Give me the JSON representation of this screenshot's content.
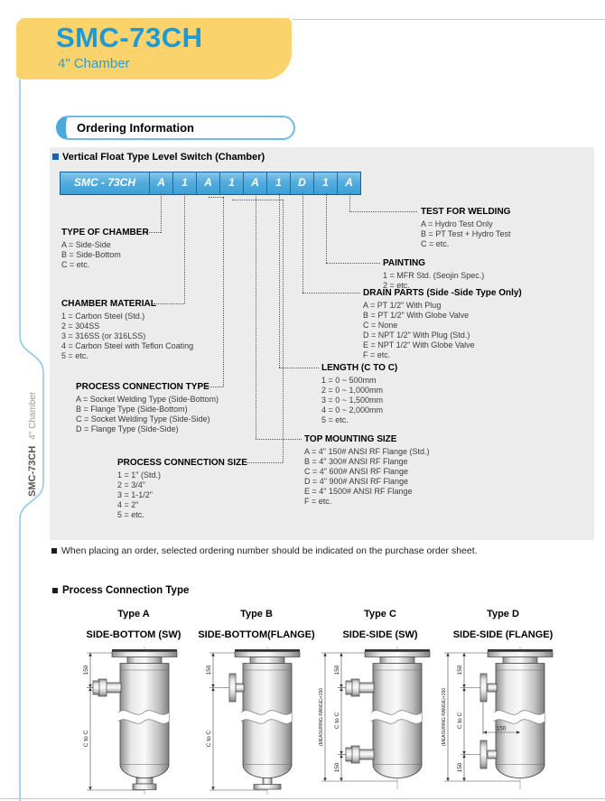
{
  "header": {
    "title": "SMC-73CH",
    "subtitle": "4\" Chamber"
  },
  "sidebar": {
    "model": "SMC-73CH",
    "chamber": "4\" Chamber"
  },
  "ordering": {
    "section_title": "Ordering Information",
    "product_heading": "Vertical Float Type Level Switch (Chamber)",
    "code": {
      "prefix": "SMC - 73CH",
      "cells": [
        "A",
        "1",
        "A",
        "1",
        "A",
        "1",
        "D",
        "1",
        "A"
      ]
    },
    "groups": [
      {
        "title": "TYPE OF CHAMBER",
        "items": [
          "A = Side-Side",
          "B = Side-Bottom",
          "C = etc."
        ]
      },
      {
        "title": "CHAMBER MATERIAL",
        "items": [
          "1 = Carbon Steel (Std.)",
          "2 = 304SS",
          "3 = 316SS (or 316LSS)",
          "4 = Carbon Steel with Teflon Coating",
          "5 = etc."
        ]
      },
      {
        "title": "PROCESS CONNECTION TYPE",
        "items": [
          "A = Socket Welding Type (Side-Bottom)",
          "B = Flange Type (Side-Bottom)",
          "C = Socket Welding Type (Side-Side)",
          "D = Flange Type (Side-Side)"
        ]
      },
      {
        "title": "PROCESS CONNECTION SIZE",
        "items": [
          "1 = 1\" (Std.)",
          "2 = 3/4\"",
          "3 = 1-1/2\"",
          "4 = 2\"",
          "5 = etc."
        ]
      },
      {
        "title": "TOP MOUNTING SIZE",
        "items": [
          "A = 4\" 150# ANSI RF Flange (Std.)",
          "B = 4\" 300# ANSI RF Flange",
          "C = 4\" 600# ANSI RF Flange",
          "D = 4\" 900# ANSI RF Flange",
          "E = 4\" 1500# ANSI RF Flange",
          "F = etc."
        ]
      },
      {
        "title": "LENGTH (C TO C)",
        "items": [
          "1 = 0 ~ 500mm",
          "2 = 0 ~ 1,000mm",
          "3 = 0 ~ 1,500mm",
          "4 = 0 ~ 2,000mm",
          "5 = etc."
        ]
      },
      {
        "title": "DRAIN PARTS (Side -Side Type Only)",
        "items": [
          "A = PT 1/2\" With Plug",
          "B = PT 1/2\" With Globe Valve",
          "C = None",
          "D = NPT 1/2\" With Plug (Std.)",
          "E = NPT 1/2\" With Globe Valve",
          "F = etc."
        ]
      },
      {
        "title": "PAINTING",
        "items": [
          "1 = MFR Std. (Seojin Spec.)",
          "2 = etc."
        ]
      },
      {
        "title": "TEST FOR WELDING",
        "items": [
          "A = Hydro Test Only",
          "B = PT Test + Hydro Test",
          "C = etc."
        ]
      }
    ]
  },
  "note": "When placing an order, selected ordering number should be indicated on the purchase order sheet.",
  "process_types": {
    "heading": "Process Connection Type",
    "columns": [
      {
        "type": "Type A",
        "name": "SIDE-BOTTOM (SW)"
      },
      {
        "type": "Type B",
        "name": "SIDE-BOTTOM(FLANGE)"
      },
      {
        "type": "Type C",
        "name": "SIDE-SIDE (SW)"
      },
      {
        "type": "Type D",
        "name": "SIDE-SIDE (FLANGE)"
      }
    ],
    "dims": {
      "d150": "150",
      "ctoc": "C to C",
      "range": "(MEASURING RANGE)+150"
    }
  }
}
